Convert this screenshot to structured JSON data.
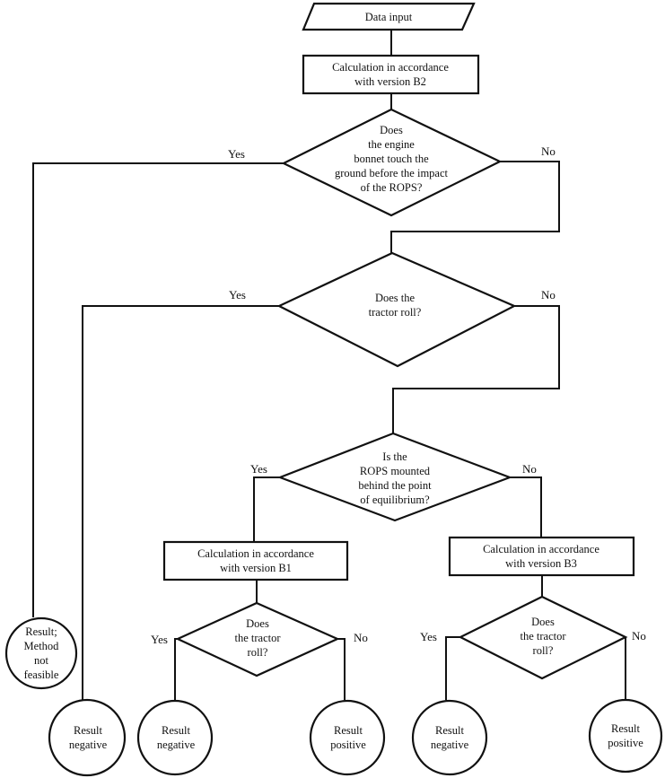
{
  "flowchart": {
    "start": {
      "line1": "Data input"
    },
    "calc_b2": {
      "line1": "Calculation in accordance",
      "line2": "with version B2"
    },
    "q_bonnet": {
      "line1": "Does",
      "line2": "the engine",
      "line3": "bonnet touch the",
      "line4": "ground before the impact",
      "line5": "of the ROPS?"
    },
    "q_roll_main": {
      "line1": "Does the",
      "line2": "tractor roll?"
    },
    "q_rops": {
      "line1": "Is the",
      "line2": "ROPS mounted",
      "line3": "behind the point",
      "line4": "of equilibrium?"
    },
    "calc_b1": {
      "line1": "Calculation in accordance",
      "line2": "with version B1"
    },
    "calc_b3": {
      "line1": "Calculation in accordance",
      "line2": "with version B3"
    },
    "q_roll_left": {
      "line1": "Does",
      "line2": "the tractor",
      "line3": "roll?"
    },
    "q_roll_right": {
      "line1": "Does",
      "line2": "the tractor",
      "line3": "roll?"
    },
    "result_not_feasible": {
      "line1": "Result;",
      "line2": "Method",
      "line3": "not",
      "line4": "feasible"
    },
    "result_neg_1": {
      "line1": "Result",
      "line2": "negative"
    },
    "result_neg_2": {
      "line1": "Result",
      "line2": "negative"
    },
    "result_pos_1": {
      "line1": "Result",
      "line2": "positive"
    },
    "result_neg_3": {
      "line1": "Result",
      "line2": "negative"
    },
    "result_pos_2": {
      "line1": "Result",
      "line2": "positive"
    },
    "branches": {
      "yes": "Yes",
      "no": "No"
    }
  }
}
